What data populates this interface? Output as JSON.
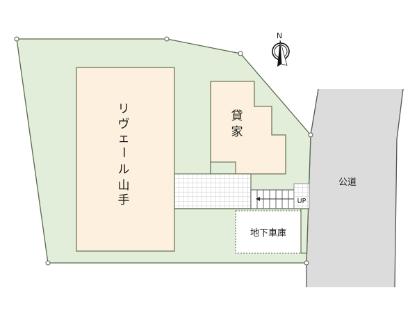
{
  "site_plan": {
    "buildings": {
      "main": {
        "label": "リヴェール山手",
        "chars": [
          "リ",
          "ヴ",
          "ェ",
          "ー",
          "ル",
          "山",
          "手"
        ]
      },
      "rental": {
        "label": "貸家",
        "chars": [
          "貸",
          "家"
        ]
      }
    },
    "garage": {
      "label": "地下車庫"
    },
    "stairs": {
      "label": "UP"
    },
    "road": {
      "label": "公道"
    },
    "compass": {
      "label": "N"
    },
    "colors": {
      "site": "#e2eed9",
      "building": "#fdf0de",
      "road": "#dcdcdc",
      "outline": "#5a6a4a",
      "grid": "#b8b8b8"
    }
  }
}
